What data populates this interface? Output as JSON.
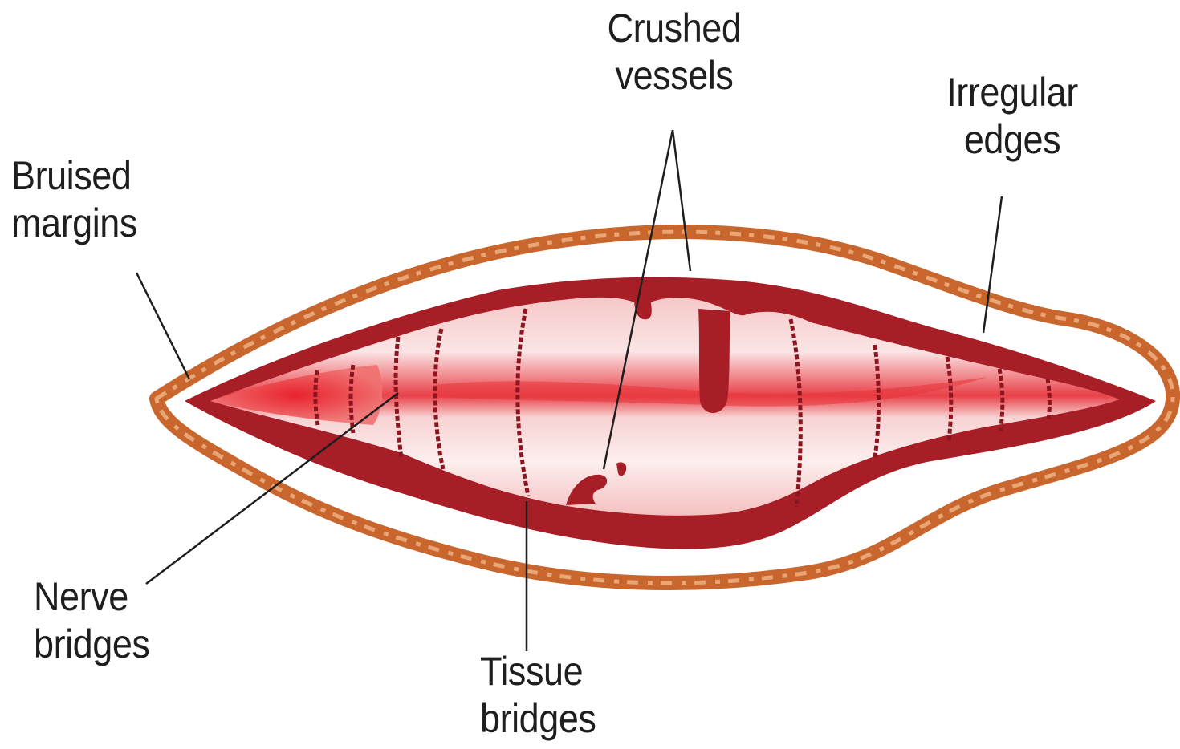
{
  "labels": {
    "bruised_margins": [
      "Bruised",
      "margins"
    ],
    "crushed_vessels": [
      "Crushed",
      "vessels"
    ],
    "irregular_edges": [
      "Irregular",
      "edges"
    ],
    "nerve_bridges": [
      "Nerve",
      "bridges"
    ],
    "tissue_bridges": [
      "Tissue",
      "bridges"
    ]
  },
  "colors": {
    "outer_margin": "#c8662e",
    "outer_margin_light": "#e8a070",
    "wound_rim": "#a81e26",
    "wound_rim_dark": "#8c1520",
    "wound_bed_pale": "#f8d6d6",
    "wound_bed_red": "#e8343a",
    "leader_line": "#1e1e1e",
    "text": "#1e1e1e"
  }
}
